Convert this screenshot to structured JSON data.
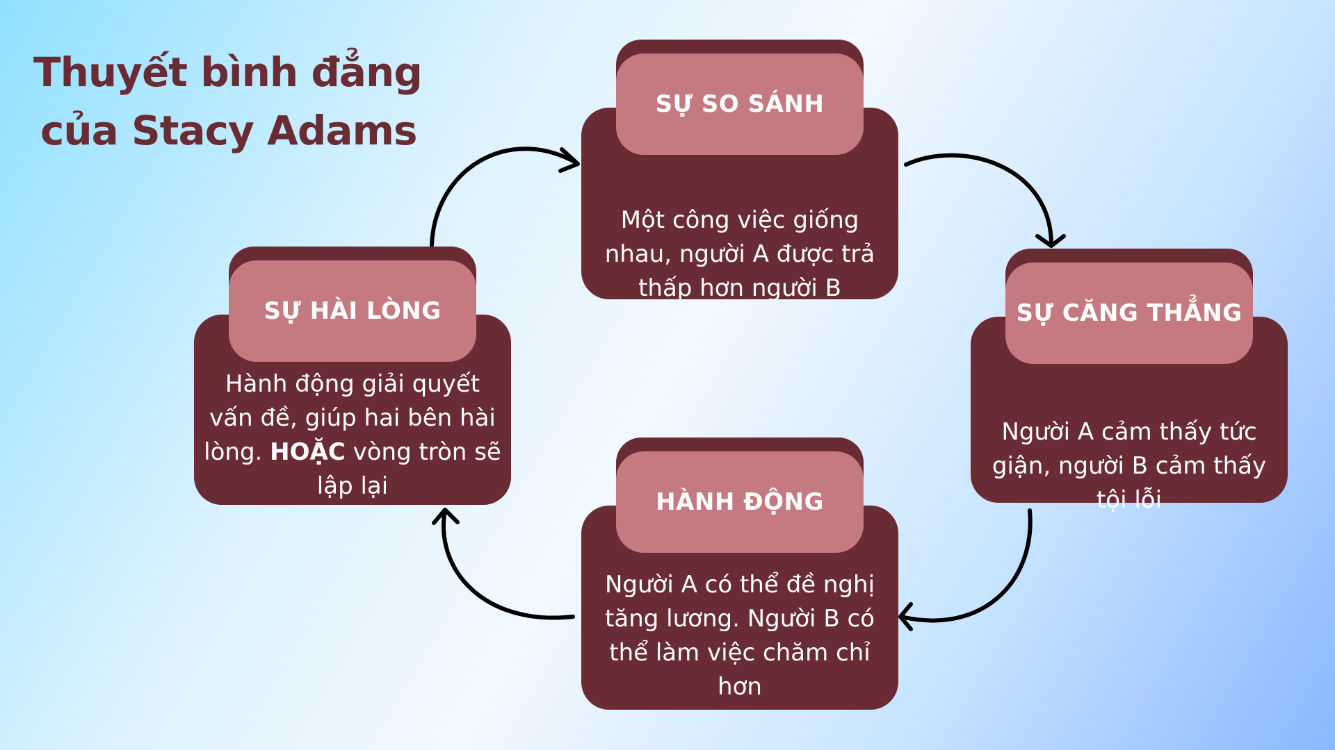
{
  "title": {
    "line1": "Thuyết bình đẳng",
    "line2": "của Stacy Adams"
  },
  "cards": {
    "compare": {
      "heading": "SỰ SO SÁNH",
      "text": "Một công việc giống nhau, người A được trả thấp hơn người B"
    },
    "tension": {
      "heading": "SỰ CĂNG THẲNG",
      "text": "Người A cảm thấy tức giận, người B cảm thấy tội lỗi"
    },
    "action": {
      "heading": "HÀNH ĐỘNG",
      "text": "Người A có thể đề nghị tăng lương. Người B có thể làm việc chăm chỉ hơn"
    },
    "satisfaction": {
      "heading": "SỰ HÀI LÒNG",
      "text_before": "Hành động giải quyết vấn đề, giúp hai bên hài lòng.",
      "text_bold": "HOẶC",
      "text_after": "vòng tròn sẽ lập lại"
    }
  },
  "colors": {
    "card_dark": "#6a2c34",
    "card_header": "#c47a80",
    "title": "#6a2c34",
    "arrow": "#000000"
  },
  "icons": [
    "arrow-icon"
  ]
}
